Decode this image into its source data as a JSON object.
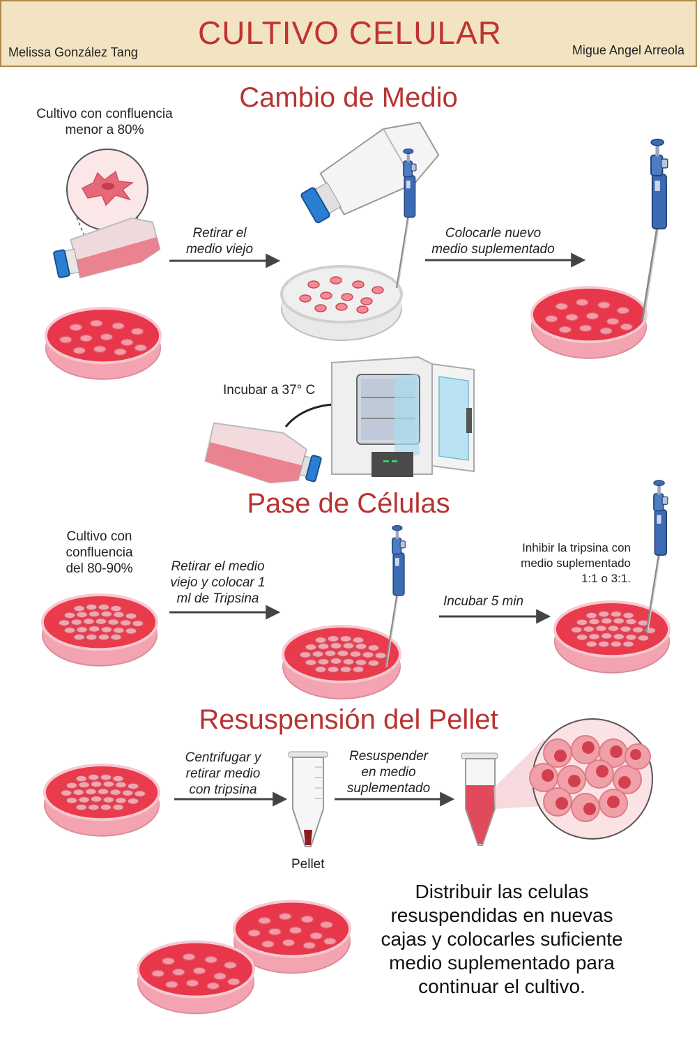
{
  "header": {
    "title": "CULTIVO CELULAR",
    "author_left": "Melissa González Tang",
    "author_right": "Migue Angel Arreola"
  },
  "sections": {
    "cambio": {
      "title": "Cambio de Medio",
      "caption_initial": [
        "Cultivo con confluencia",
        "menor a 80%"
      ],
      "step1": [
        "Retirar el",
        "medio viejo"
      ],
      "step2": [
        "Colocarle nuevo",
        "medio suplementado"
      ],
      "incubate": "Incubar a 37° C"
    },
    "pase": {
      "title": "Pase de Células",
      "caption_initial": [
        "Cultivo con",
        "confluencia",
        "del 80-90%"
      ],
      "step1": [
        "Retirar el medio",
        "viejo y colocar 1",
        "ml de Tripsina"
      ],
      "step2": "Incubar 5 min",
      "step3": [
        "Inhibir la tripsina con",
        "medio suplementado",
        "1:1 o 3:1."
      ]
    },
    "pellet": {
      "title": "Resuspensión del Pellet",
      "step1": [
        "Centrifugar y",
        "retirar medio",
        "con tripsina"
      ],
      "step2": [
        "Resuspender",
        "en medio",
        "suplementado"
      ],
      "pellet_label": "Pellet",
      "final_text": [
        "Distribuir las celulas",
        "resuspendidas en nuevas",
        "cajas y colocarles suficiente",
        "medio suplementado para",
        "continuar el cultivo."
      ]
    }
  },
  "colors": {
    "title_red": "#c0332f",
    "header_bg": "#f2e4c2",
    "medium_red": "#e8364a",
    "pipette_blue": "#3d6bb3",
    "cap_blue": "#2a7fd4"
  },
  "icons": [
    "petri-dish-icon",
    "culture-flask-icon",
    "pipette-icon",
    "incubator-icon",
    "centrifuge-tube-icon",
    "cell-icon",
    "arrow-icon"
  ]
}
